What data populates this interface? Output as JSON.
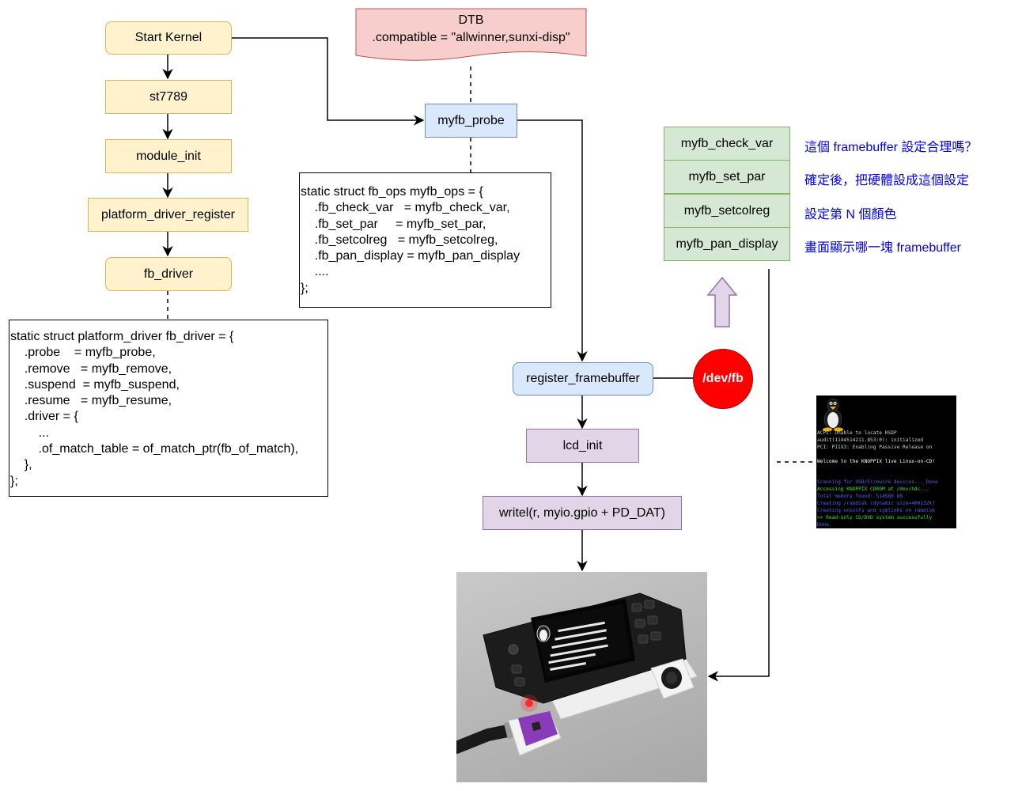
{
  "flow_left": {
    "start_kernel": "Start Kernel",
    "st7789": "st7789",
    "module_init": "module_init",
    "platform_driver_register": "platform_driver_register",
    "fb_driver": "fb_driver"
  },
  "fb_driver_code": [
    "static struct platform_driver fb_driver = {",
    "    .probe    = myfb_probe,",
    "    .remove   = myfb_remove,",
    "    .suspend  = myfb_suspend,",
    "    .resume   = myfb_resume,",
    "    .driver = {",
    "        ...",
    "        .of_match_table = of_match_ptr(fb_of_match),",
    "    },",
    "};"
  ],
  "dtb": {
    "title": "DTB",
    "compatible": ".compatible = \"allwinner,sunxi-disp\""
  },
  "myfb_probe": "myfb_probe",
  "fb_ops_code": [
    "static struct fb_ops myfb_ops = {",
    "    .fb_check_var   = myfb_check_var,",
    "    .fb_set_par     = myfb_set_par,",
    "    .fb_setcolreg   = myfb_setcolreg,",
    "    .fb_pan_display = myfb_pan_display",
    "    ....",
    "};"
  ],
  "register_framebuffer": "register_framebuffer",
  "devfb": "/dev/fb",
  "lcd_init": "lcd_init",
  "writel": "writel(r, myio.gpio + PD_DAT)",
  "ops": [
    {
      "name": "myfb_check_var",
      "desc": "這個 framebuffer 設定合理嗎？"
    },
    {
      "name": "myfb_set_par",
      "desc": "確定後，把硬體設成這個設定"
    },
    {
      "name": "myfb_setcolreg",
      "desc": "設定第 N 個顏色"
    },
    {
      "name": "myfb_pan_display",
      "desc": "畫面顯示哪一塊 framebuffer"
    }
  ],
  "terminal": {
    "lines": [
      {
        "text": "ACPI: Unable to locate RSDP",
        "color": "#cfcfcf"
      },
      {
        "text": "audit(1144514211.853:0): initialized",
        "color": "#cfcfcf"
      },
      {
        "text": "PCI: PIIX3: Enabling Passive Release on",
        "color": "#cfcfcf"
      },
      {
        "text": "",
        "color": "#cfcfcf"
      },
      {
        "text": "Welcome to the KNOPPIX live Linux-on-CD!",
        "color": "#ffffff"
      },
      {
        "text": "",
        "color": "#cfcfcf"
      },
      {
        "text": "",
        "color": "#cfcfcf"
      },
      {
        "text": "Scanning for USB/Firewire devices... Done",
        "color": "#5a5aff"
      },
      {
        "text": " Accessing KNOPPIX CDROM at /dev/hdc...",
        "color": "#3ee03e"
      },
      {
        "text": "Total memory found: 514580 kB",
        "color": "#5a5aff"
      },
      {
        "text": "Creating /ramdisk (dynamic size=400132k)",
        "color": "#5a5aff"
      },
      {
        "text": "Creating unionfs and symlinks on ramdisk",
        "color": "#5a5aff"
      },
      {
        "text": ">> Read-only CD/DVD system successfully",
        "color": "#3ee03e"
      },
      {
        "text": "Done.",
        "color": "#5a5aff"
      }
    ]
  },
  "colors": {
    "start_red": "#ff0000",
    "desc_blue": "#0000ee",
    "arrow_purple": "#e1d5e7"
  }
}
